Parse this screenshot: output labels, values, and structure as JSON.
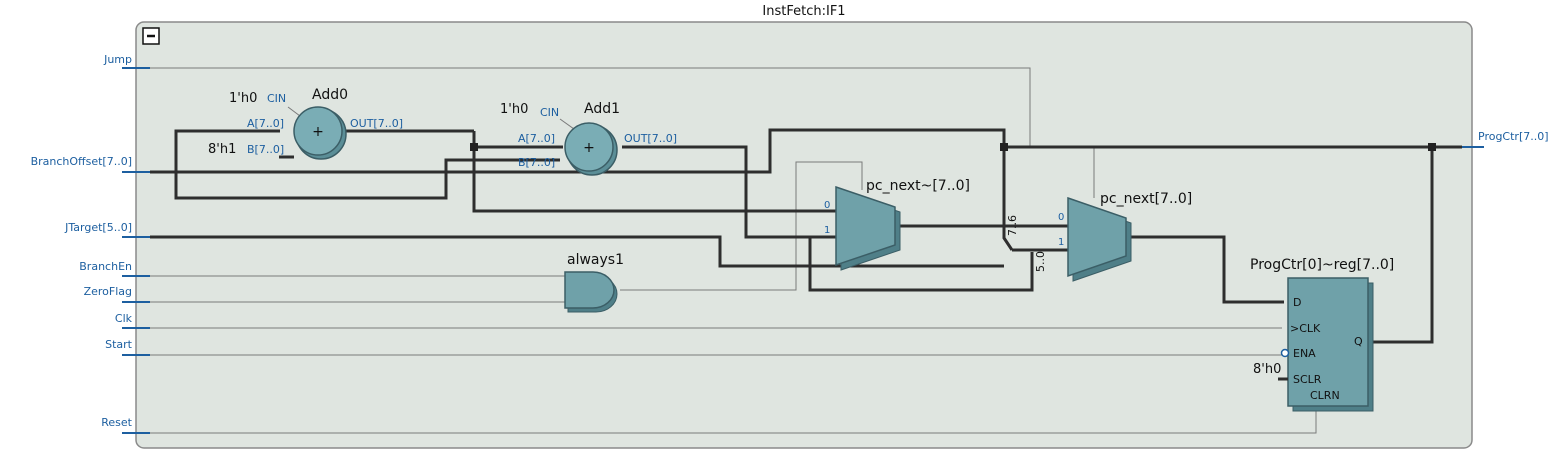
{
  "module": {
    "title": "InstFetch:IF1",
    "collapse_symbol": "−"
  },
  "inputs": {
    "jump": "Jump",
    "branch_offset": "BranchOffset[7..0]",
    "jtarget": "JTarget[5..0]",
    "branch_en": "BranchEn",
    "zero_flag": "ZeroFlag",
    "clk": "Clk",
    "start": "Start",
    "reset": "Reset"
  },
  "outputs": {
    "progctr": "ProgCtr[7..0]"
  },
  "add0": {
    "name": "Add0",
    "cin": "CIN",
    "cin_const": "1'h0",
    "a": "A[7..0]",
    "b": "B[7..0]",
    "b_const": "8'h1",
    "out": "OUT[7..0]",
    "symbol": "+"
  },
  "add1": {
    "name": "Add1",
    "cin": "CIN",
    "cin_const": "1'h0",
    "a": "A[7..0]",
    "b": "B[7..0]",
    "out": "OUT[7..0]",
    "symbol": "+"
  },
  "always1": {
    "name": "always1"
  },
  "mux_pc_next_tilde": {
    "name": "pc_next~[7..0]",
    "in0": "0",
    "in1": "1"
  },
  "mux_pc_next": {
    "name": "pc_next[7..0]",
    "in0": "0",
    "in1": "1",
    "tap_hi": "7..6",
    "tap_lo": "5..0"
  },
  "reg": {
    "name": "ProgCtr[0]~reg[7..0]",
    "d": "D",
    "clk": ">CLK",
    "ena": "ENA",
    "sclr": "SCLR",
    "sclr_const": "8'h0",
    "clrn": "CLRN",
    "q": "Q"
  },
  "colors": {
    "module_fill": "#dfe5e0",
    "block_fill": "#6b9ea6",
    "port_blue": "#1d5fa0",
    "bus": "#2e2e2e",
    "wire": "#7a7a7a"
  }
}
